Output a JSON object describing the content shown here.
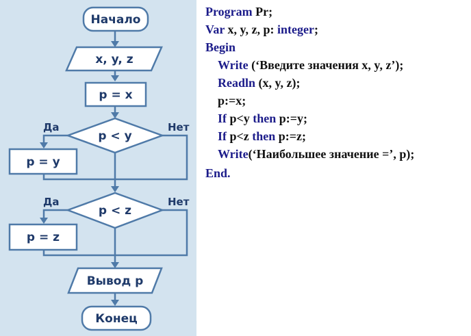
{
  "flowchart": {
    "start": "Начало",
    "input": "x, y, z",
    "assign_p_x": "p = x",
    "cond1": "p < y",
    "cond1_yes": "Да",
    "cond1_no": "Нет",
    "assign_p_y": "p = y",
    "cond2": "p < z",
    "cond2_yes": "Да",
    "cond2_no": "Нет",
    "assign_p_z": "p = z",
    "output": "Вывод p",
    "end": "Конец"
  },
  "code": {
    "l1_kw": "Program",
    "l1_rest": " Pr;",
    "l2_kw": "Var",
    "l2_mid": " x, y, z, p: ",
    "l2_kw2": "integer",
    "l2_end": ";",
    "l3_kw": "Begin",
    "l4_kw": "Write",
    "l4_rest": " (‘Введите значения x, y, z’);",
    "l5_kw": "Readln",
    "l5_rest": " (x, y, z);",
    "l6_rest": "p:=x;",
    "l7_kw": "If",
    "l7_mid": " p<y ",
    "l7_kw2": "then",
    "l7_end": " p:=y;",
    "l8_kw": "If",
    "l8_mid": " p<z ",
    "l8_kw2": "then",
    "l8_end": " p:=z;",
    "l9_kw": "Write",
    "l9_rest": "(‘Наибольшее значение =’, p);",
    "l10_kw": "End."
  },
  "colors": {
    "panel_bg": "#d3e3ef",
    "stroke": "#4f7aa8",
    "text": "#1f3a6a",
    "keyword": "#1c1c8a"
  }
}
